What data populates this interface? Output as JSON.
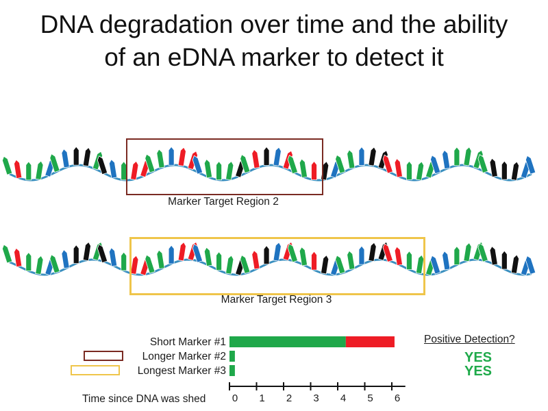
{
  "title_line1": "DNA degradation over time and the ability",
  "title_line2": "of an eDNA marker to detect it",
  "colors": {
    "green": "#1fa84a",
    "red": "#ee1c25",
    "blue": "#1f73c0",
    "black": "#111111",
    "backbone": "#3a8fbf",
    "region2_box": "#7a2a22",
    "region3_box": "#efc54a"
  },
  "base_sequence": [
    "green",
    "red",
    "green",
    "green",
    "blue",
    "green",
    "blue",
    "black",
    "black",
    "green",
    "black",
    "blue",
    "green",
    "red",
    "red",
    "green",
    "green",
    "blue",
    "red",
    "red",
    "blue",
    "green",
    "green",
    "green",
    "black",
    "green",
    "red",
    "black",
    "blue",
    "red",
    "green",
    "green",
    "red",
    "black",
    "blue",
    "green",
    "green",
    "blue",
    "black",
    "black",
    "red",
    "red",
    "green",
    "green",
    "green",
    "blue",
    "blue",
    "green",
    "green",
    "green",
    "green",
    "black",
    "black",
    "black",
    "blue",
    "blue"
  ],
  "regions": [
    {
      "label": "Marker Target Region 2"
    },
    {
      "label": "Marker Target Region 3"
    }
  ],
  "markers": [
    {
      "label": "Short Marker #1",
      "legend_box_color": "",
      "answer": ""
    },
    {
      "label": "Longer Marker #2",
      "legend_box_color": "#7a2a22",
      "answer": "YES"
    },
    {
      "label": "Longest Marker #3",
      "legend_box_color": "#efc54a",
      "answer": "YES"
    }
  ],
  "detection_heading": "Positive Detection?",
  "axis_label": "Time since DNA was shed",
  "ticks": [
    "0",
    "1",
    "2",
    "3",
    "4",
    "5",
    "6"
  ],
  "chart_data": {
    "type": "bar",
    "orientation": "horizontal",
    "stacked": true,
    "categories": [
      "Short Marker #1",
      "Longer Marker #2",
      "Longest Marker #3"
    ],
    "series": [
      {
        "color": "#1fa84a",
        "values": [
          4.3,
          0.2,
          0.2
        ]
      },
      {
        "color": "#ee1c25",
        "values": [
          1.8,
          0,
          0
        ]
      }
    ],
    "xlabel": "Time since DNA was shed",
    "xlim": [
      0,
      6.5
    ],
    "xticks": [
      0,
      1,
      2,
      3,
      4,
      5,
      6
    ]
  }
}
